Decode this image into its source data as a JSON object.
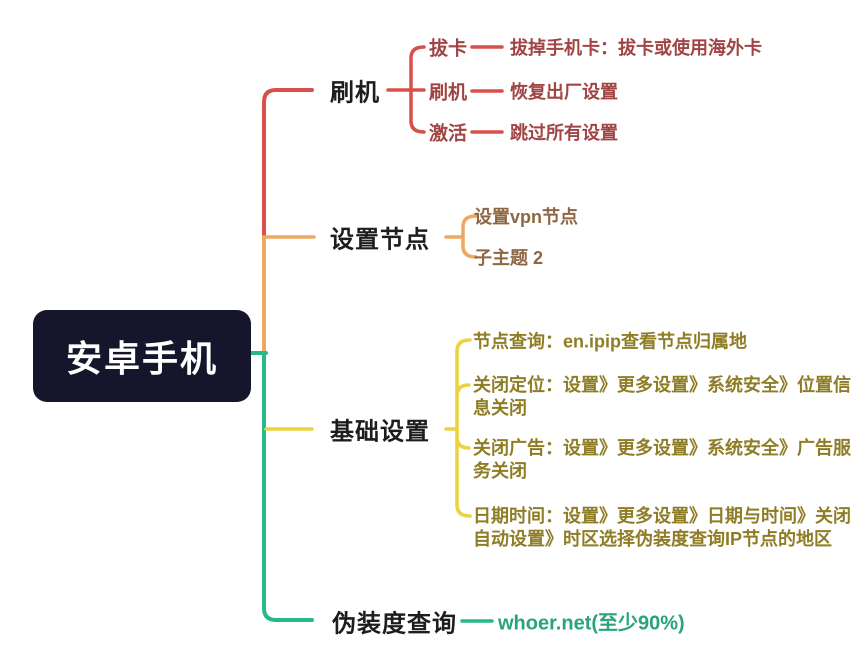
{
  "root": {
    "label": "安卓手机"
  },
  "colors": {
    "root_bg": "#15152c",
    "root_text": "#ffffff",
    "topic_text": "#1d1d1d",
    "red_line": "#d8504b",
    "red_text": "#a14444",
    "orange_line": "#ecaa60",
    "brown_text": "#8d6742",
    "yellow_line": "#ecd23f",
    "olive_text": "#8f7d26",
    "green_line": "#27b98b",
    "green_text": "#28a478"
  },
  "branches": [
    {
      "label": "刷机",
      "children": [
        {
          "label": "拔卡",
          "leaf": "拔掉手机卡：拔卡或使用海外卡"
        },
        {
          "label": "刷机",
          "leaf": "恢复出厂设置"
        },
        {
          "label": "激活",
          "leaf": "跳过所有设置"
        }
      ]
    },
    {
      "label": "设置节点",
      "children": [
        {
          "leaf": "设置vpn节点"
        },
        {
          "leaf": "子主题 2"
        }
      ]
    },
    {
      "label": "基础设置",
      "children": [
        {
          "leaf": "节点查询：en.ipip查看节点归属地"
        },
        {
          "leaf": "关闭定位：设置》更多设置》系统安全》位置信息关闭"
        },
        {
          "leaf": "关闭广告：设置》更多设置》系统安全》广告服务关闭"
        },
        {
          "leaf": "日期时间：设置》更多设置》日期与时间》关闭自动设置》时区选择伪装度查询IP节点的地区"
        }
      ]
    },
    {
      "label": "伪装度查询",
      "children": [
        {
          "leaf": "whoer.net(至少90%)"
        }
      ]
    }
  ]
}
